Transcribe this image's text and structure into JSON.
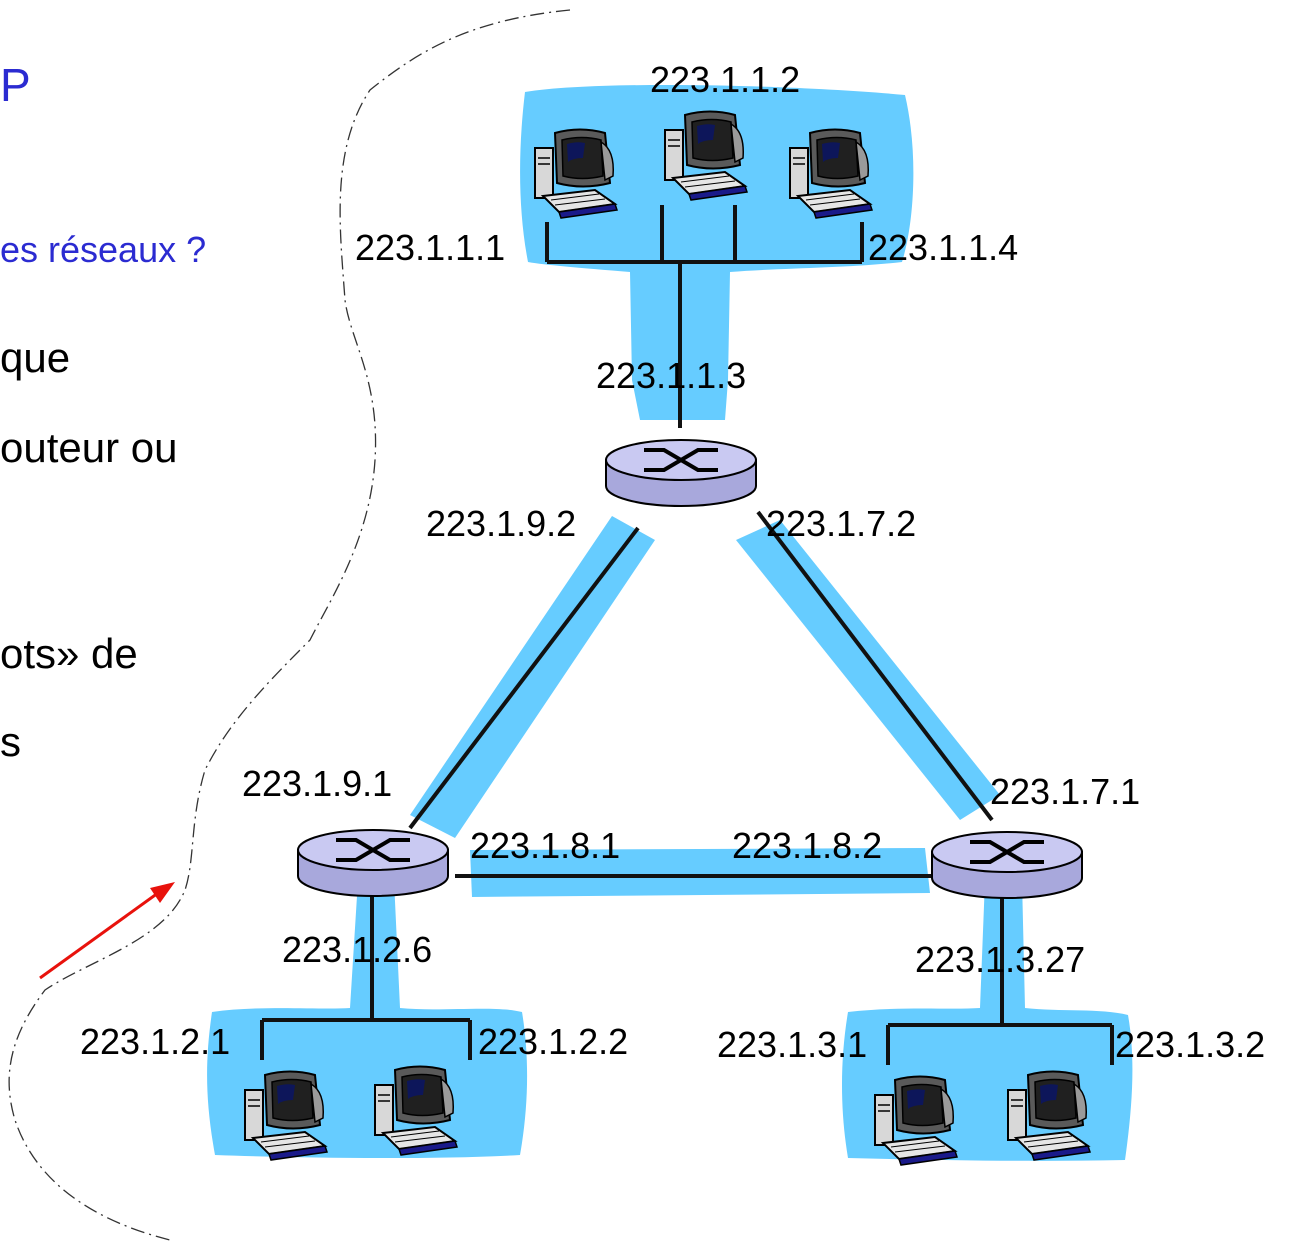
{
  "slide": {
    "heading_fragment": "P",
    "question_fragment": "es réseaux ?",
    "line_que": "que",
    "line_outeur": "outeur ou",
    "line_ots": "ots» de",
    "line_s": "s"
  },
  "colors": {
    "subnet_fill": "#66ccff",
    "link": "#111111",
    "router_top": "#c9c9f2",
    "router_side": "#a8a8dc",
    "arrow": "#e8120c",
    "heading_text": "#2b2bd1"
  },
  "top_subnet": {
    "hosts": [
      "223.1.1.1",
      "223.1.1.2",
      "223.1.1.4"
    ],
    "router_if": "223.1.1.3"
  },
  "links": {
    "top_left": "223.1.9.2",
    "top_right": "223.1.7.2",
    "left_top": "223.1.9.1",
    "right_top": "223.1.7.1",
    "left_right": "223.1.8.1",
    "right_left": "223.1.8.2"
  },
  "left_subnet": {
    "router_if": "223.1.2.6",
    "hosts": [
      "223.1.2.1",
      "223.1.2.2"
    ]
  },
  "right_subnet": {
    "router_if": "223.1.3.27",
    "hosts": [
      "223.1.3.1",
      "223.1.3.2"
    ]
  },
  "icons": {
    "router": "router-icon",
    "host": "desktop-computer-icon"
  }
}
